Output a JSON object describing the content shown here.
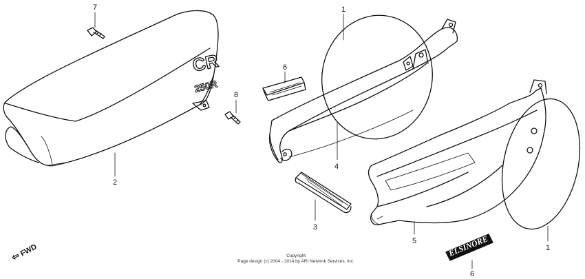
{
  "callouts": {
    "c1a": "1",
    "c1b": "1",
    "c2": "2",
    "c3": "3",
    "c4": "4",
    "c5": "5",
    "c6a": "6",
    "c6b": "6",
    "c7": "7",
    "c8": "8"
  },
  "seat_logo": {
    "letters": "CR",
    "model": "250R"
  },
  "emblem_text": "ELSINORE",
  "direction": {
    "label": "FWD",
    "icon": "arrow-left-icon"
  },
  "copyright": {
    "line1": "Copyright",
    "line2": "Page design (c) 2004 - 2014 by ARI Network Services, Inc."
  },
  "colors": {
    "line": "#111111",
    "background": "#ffffff"
  }
}
